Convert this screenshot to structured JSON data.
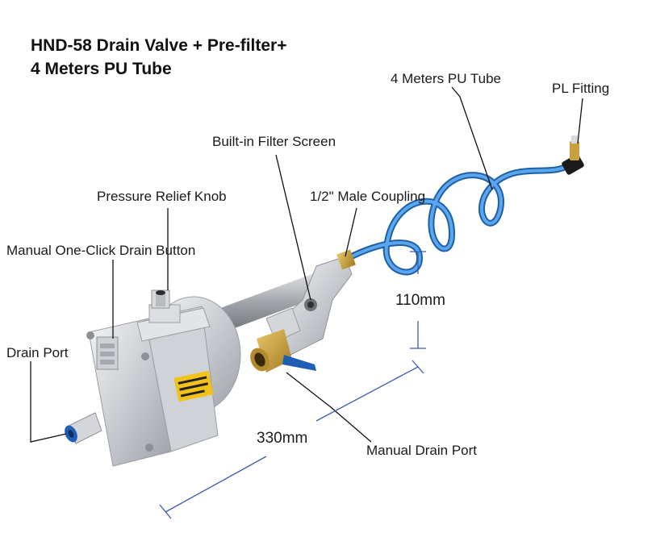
{
  "title": {
    "line1": "HND-58 Drain Valve + Pre-filter+",
    "line2": "4 Meters PU Tube"
  },
  "labels": {
    "pu_tube": "4 Meters PU Tube",
    "pl_fitting": "PL Fitting",
    "filter_screen": "Built-in Filter Screen",
    "relief_knob": "Pressure Relief Knob",
    "male_coupling": "1/2\" Male Coupling",
    "drain_button": "Manual One-Click Drain Button",
    "drain_port": "Drain Port",
    "manual_drain_port": "Manual Drain Port"
  },
  "dimensions": {
    "height": "110mm",
    "length": "330mm"
  },
  "colors": {
    "tube": "#2a7fd0",
    "brass": "#c9a040",
    "aluminum": "#d8dadd",
    "dimension_line": "#3b5bb5",
    "leader": "#111111"
  }
}
